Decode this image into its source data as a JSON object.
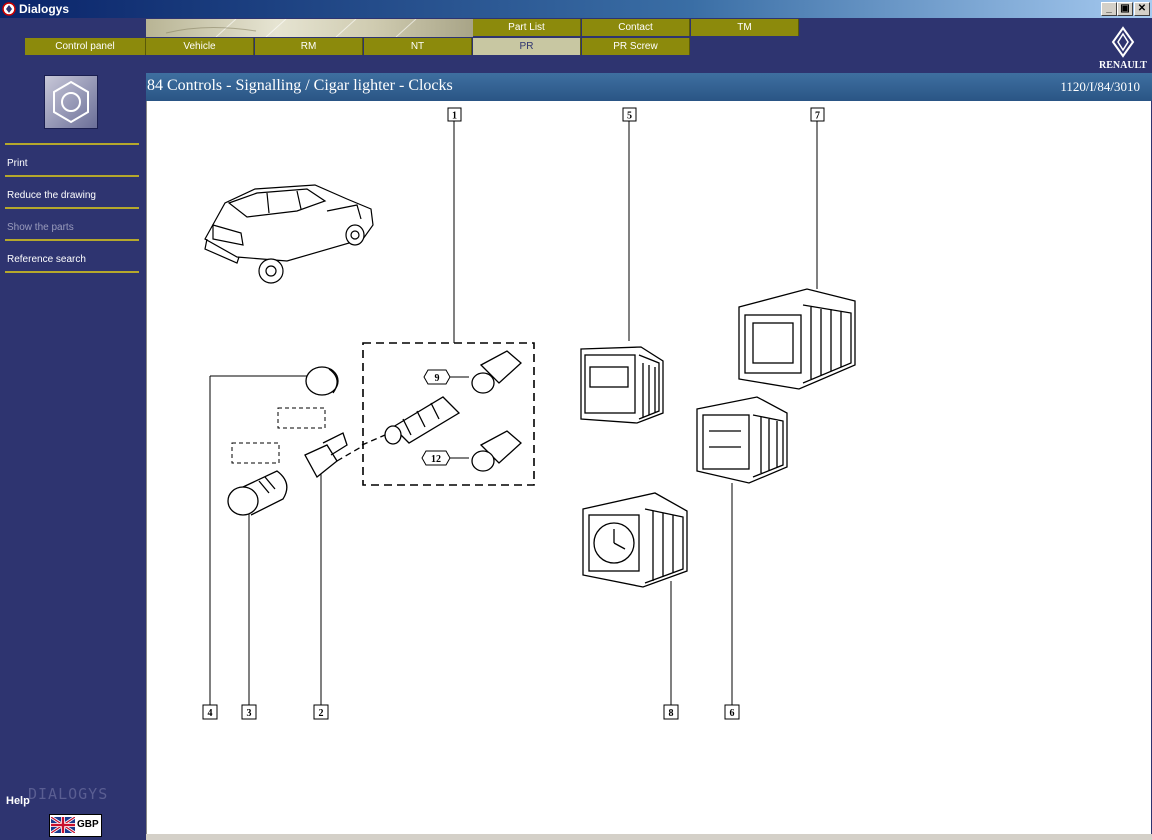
{
  "window": {
    "title": "Dialogys",
    "controls": [
      "minimize",
      "maximize",
      "close"
    ]
  },
  "nav": {
    "top_row": [
      "Part List",
      "Contact",
      "TM"
    ],
    "bottom_row": [
      "Control panel",
      "Vehicle",
      "RM",
      "NT",
      "PR",
      "PR Screw"
    ],
    "active": "PR"
  },
  "brand": {
    "name": "RENAULT"
  },
  "sidebar": {
    "items": [
      {
        "label": "Print",
        "enabled": true
      },
      {
        "label": "Reduce the drawing",
        "enabled": true
      },
      {
        "label": "Show the parts",
        "enabled": false
      },
      {
        "label": "Reference search",
        "enabled": true
      }
    ],
    "help_label": "Help",
    "app_mark": "DIALOGYS",
    "currency": "GBP"
  },
  "header": {
    "title": "84 Controls - Signalling / Cigar lighter - Clocks",
    "reference": "1120/I/84/3010"
  },
  "drawing": {
    "callouts_top": [
      "1",
      "5",
      "7"
    ],
    "callouts_bottom": [
      "4",
      "3",
      "2",
      "8",
      "6"
    ],
    "inner_labels": [
      "9",
      "12"
    ]
  },
  "colors": {
    "background": "#2e3470",
    "nav_button": "#8c8a0c",
    "nav_active": "#c8c7a2",
    "header": "#2f5d8f",
    "rule": "#b5a82c"
  }
}
